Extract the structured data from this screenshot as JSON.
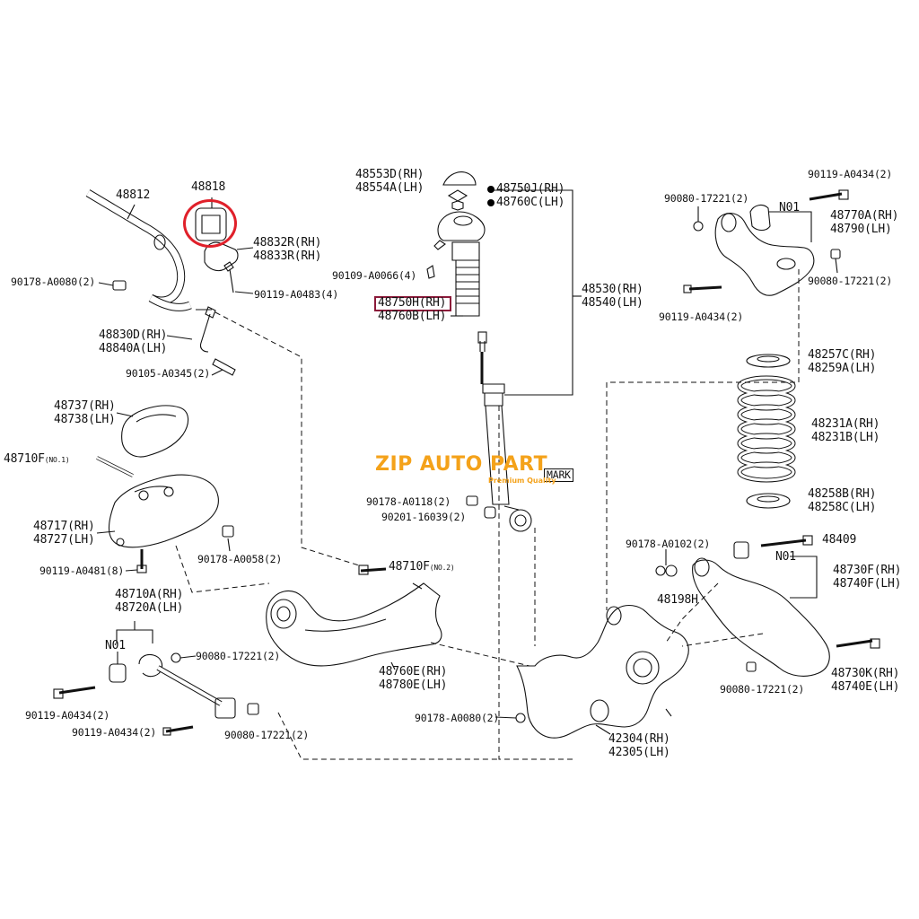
{
  "watermark": {
    "brand": "ZIP AUTO PART",
    "tagline": "Premium Quality",
    "color": "#f4a21a"
  },
  "highlight_colors": {
    "circle": "#e0202a",
    "box": "#8b1a3a"
  },
  "parts": {
    "p48812": "48812",
    "p48818": "48818",
    "p48832": [
      "48832R(RH)",
      "48833R(RH)"
    ],
    "p90178_a0080_a": "90178-A0080(2)",
    "p90119_a0483": "90119-A0483(4)",
    "p48830": [
      "48830D(RH)",
      "48840A(LH)"
    ],
    "p90105_a0345": "90105-A0345(2)",
    "p48737": [
      "48737(RH)",
      "48738(LH)"
    ],
    "p48710f_1": "48710F",
    "p48710f_1_note": "(NO.1)",
    "p48717": [
      "48717(RH)",
      "48727(LH)"
    ],
    "p90178_a0058": "90178-A0058(2)",
    "p90119_a0481": "90119-A0481(8)",
    "p48710a": [
      "48710A(RH)",
      "48720A(LH)"
    ],
    "n01_left": "N01",
    "p90080_17221_a": "90080-17221(2)",
    "p90119_a0434_a": "90119-A0434(2)",
    "p90119_a0434_b": "90119-A0434(2)",
    "p90080_17221_b": "90080-17221(2)",
    "p48710f_2": "48710F",
    "p48710f_2_note": "(NO.2)",
    "p48760e": [
      "48760E(RH)",
      "48780E(LH)"
    ],
    "p48553d": [
      "48553D(RH)",
      "48554A(LH)"
    ],
    "p48750j": [
      "48750J(RH)",
      "48760C(LH)"
    ],
    "p90109_a0066": "90109-A0066(4)",
    "p48750h": [
      "48750H(RH)",
      "48760B(LH)"
    ],
    "p48530": [
      "48530(RH)",
      "48540(LH)"
    ],
    "mark": "MARK",
    "p90178_a0118": "90178-A0118(2)",
    "p90201_16039": "90201-16039(2)",
    "p90178_a0080_b": "90178-A0080(2)",
    "p42304": [
      "42304(RH)",
      "42305(LH)"
    ],
    "p90119_a0434_c": "90119-A0434(2)",
    "p90080_17221_c": "90080-17221(2)",
    "n01_right_top": "N01",
    "p48770a": [
      "48770A(RH)",
      "48790(LH)"
    ],
    "p90080_17221_d": "90080-17221(2)",
    "p90119_a0434_d": "90119-A0434(2)",
    "p48257c": [
      "48257C(RH)",
      "48259A(LH)"
    ],
    "p48231a": [
      "48231A(RH)",
      "48231B(LH)"
    ],
    "p48258b": [
      "48258B(RH)",
      "48258C(LH)"
    ],
    "p90178_a0102": "90178-A0102(2)",
    "p48409": "48409",
    "n01_right_bot": "N01",
    "p48730f": [
      "48730F(RH)",
      "48740F(LH)"
    ],
    "p48198h": "48198H",
    "p90080_17221_e": "90080-17221(2)",
    "p48730k": [
      "48730K(RH)",
      "48740E(LH)"
    ]
  }
}
